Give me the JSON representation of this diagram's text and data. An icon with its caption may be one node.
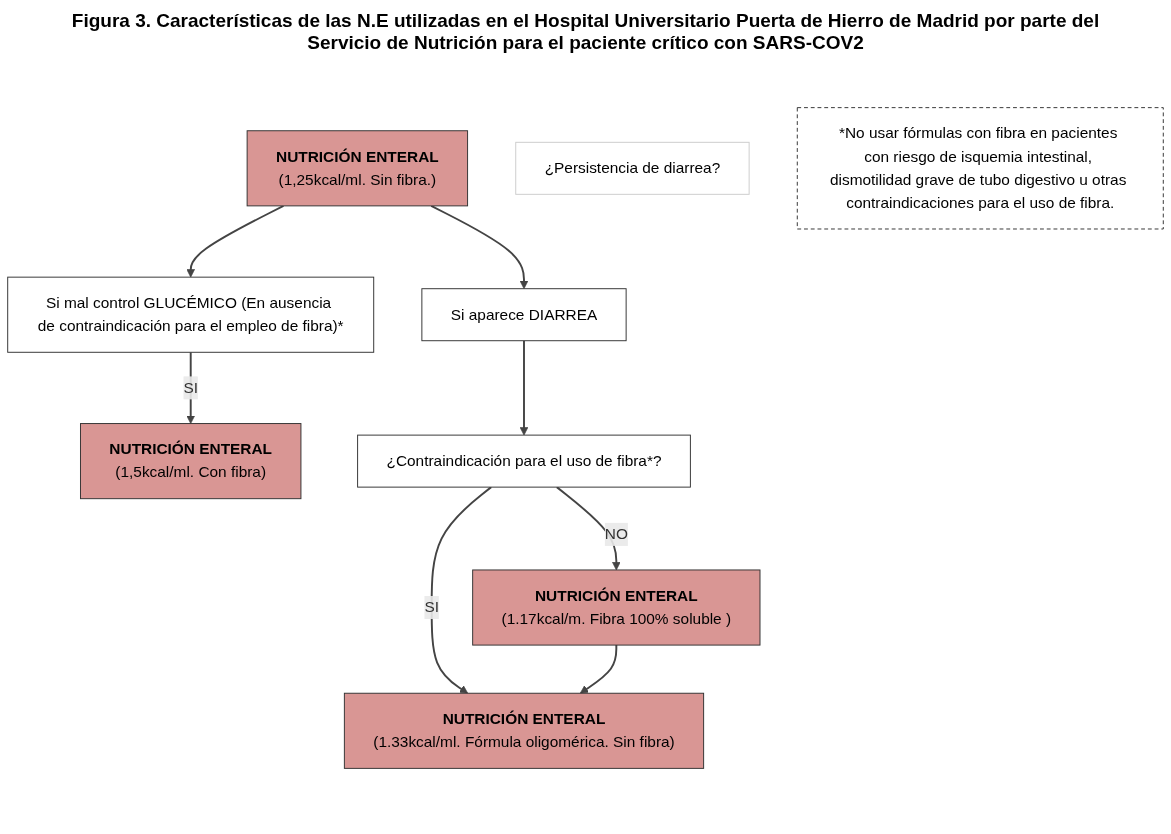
{
  "diagram": {
    "title": "Figura 3. Características de las N.E utilizadas en el Hospital Universitario Puerta de Hierro de Madrid por parte del Servicio de Nutrición para el paciente crítico con SARS-COV2",
    "nodes": [
      {
        "text": [
          "NUTRICIÓN ENTERAL",
          "(1,25kcal/ml. Sin fibra.)"
        ]
      },
      {
        "text": [
          "Si mal control GLUCÉMICO (En ausencia de contraindicación para el empleo de fibra)*"
        ]
      },
      {
        "text": [
          "NUTRICIÓN ENTERAL",
          "(1,5kcal/ml. Con fibra)"
        ]
      },
      {
        "text": [
          "Si aparece DIARREA"
        ]
      },
      {
        "text": [
          "¿Contraindicación para el uso de fibra*?"
        ]
      },
      {
        "text": [
          "NUTRICIÓN ENTERAL",
          "(1.17kcal/m. Fibra 100% soluble )"
        ]
      },
      {
        "text": [
          "NUTRICIÓN ENTERAL",
          "(1.33kcal/ml. Fórmula oligomérica. Sin fibra)"
        ]
      },
      {
        "text": [
          "¿Persistencia de diarrea?"
        ]
      },
      {
        "text": [
          "*No usar fórmulas con fibra en pacientes con riesgo de isquemia intestinal, dismotilidad grave de tubo digestivo u otras contraindicaciones para el uso de fibra."
        ]
      }
    ],
    "edges": [
      {
        "from": 0,
        "to": 1,
        "arrow": "to"
      },
      {
        "from": 1,
        "to": 2,
        "arrow": "to",
        "label": "SI"
      },
      {
        "from": 0,
        "to": 3,
        "arrow": "to"
      },
      {
        "from": 3,
        "to": 4,
        "arrow": "to"
      },
      {
        "from": 4,
        "to": 5,
        "arrow": "to",
        "label": "NO"
      },
      {
        "from": 4,
        "to": 6,
        "arrow": "to",
        "label": "SI"
      },
      {
        "from": 5,
        "to": 6,
        "arrow": "to"
      }
    ]
  }
}
